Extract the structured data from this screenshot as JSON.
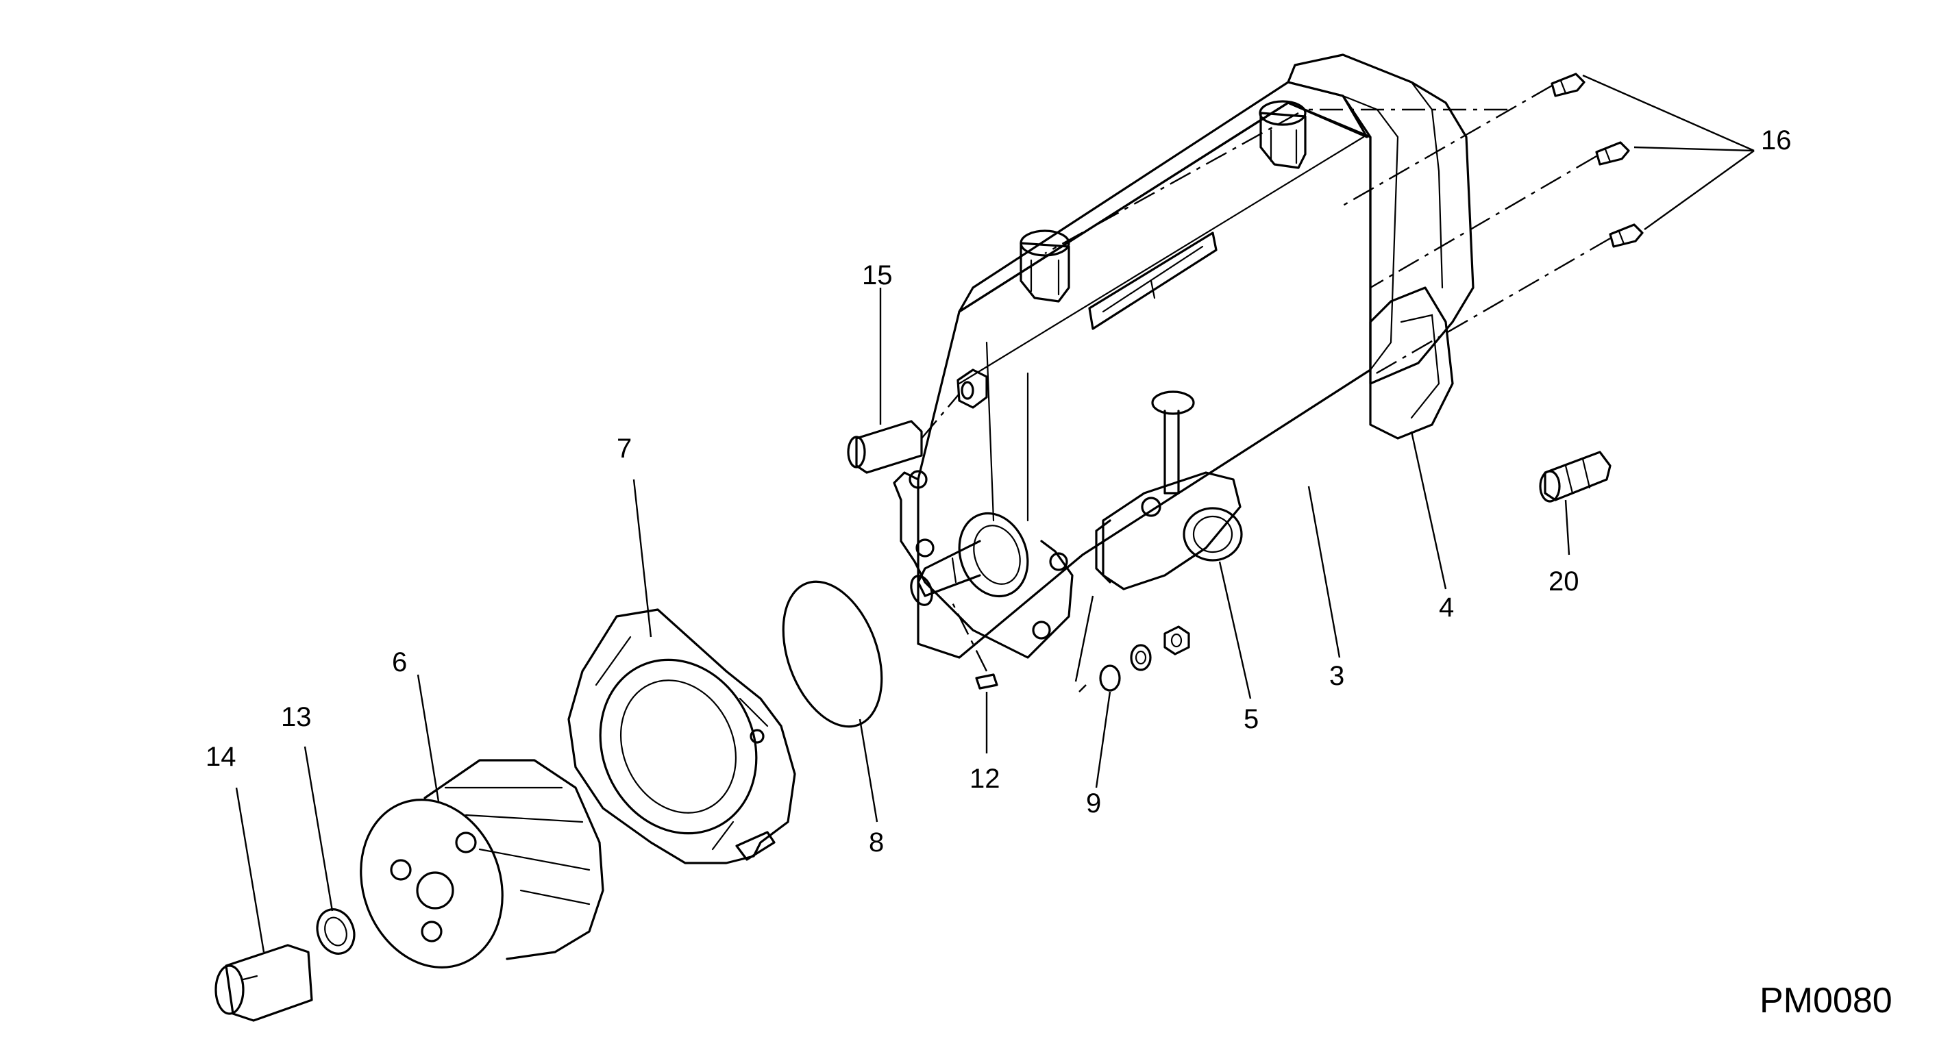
{
  "callouts": {
    "c3": "3",
    "c4": "4",
    "c5": "5",
    "c6": "6",
    "c7": "7",
    "c8": "8",
    "c9": "9",
    "c12": "12",
    "c13": "13",
    "c14": "14",
    "c15": "15",
    "c16": "16",
    "c20": "20"
  },
  "drawing_code": "PM0080"
}
